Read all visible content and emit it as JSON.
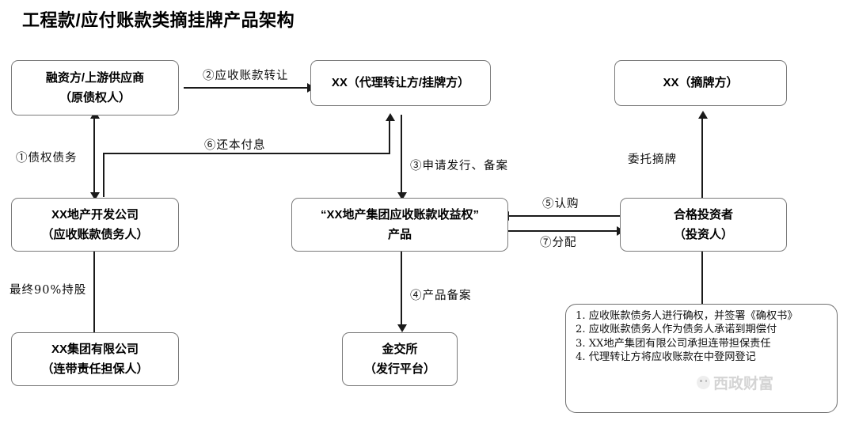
{
  "title": "工程款/应付账款类摘挂牌产品架构",
  "nodes": {
    "financier": {
      "line1": "融资方/上游供应商",
      "line2": "（原债权人）"
    },
    "agent": {
      "line1": "XX（代理转让方/挂牌方）",
      "line2": ""
    },
    "taker": {
      "line1": "XX（摘牌方）",
      "line2": ""
    },
    "developer": {
      "line1": "XX地产开发公司",
      "line2": "（应收账款债务人）"
    },
    "product": {
      "line1": "“XX地产集团应收账款收益权”",
      "line2": "产品"
    },
    "investor": {
      "line1": "合格投资者",
      "line2": "（投资人）"
    },
    "group": {
      "line1": "XX集团有限公司",
      "line2": "（连带责任担保人）"
    },
    "exchange": {
      "line1": "金交所",
      "line2": "（发行平台）"
    }
  },
  "edge_labels": {
    "e1": "①债权债务",
    "e2": "②应收账款转让",
    "e3": "③申请发行、备案",
    "e4": "④产品备案",
    "e5": "⑤认购",
    "e6": "⑥还本付息",
    "e7": "⑦分配",
    "entrust": "委托摘牌",
    "holding": "最终90%持股"
  },
  "notes": {
    "items": [
      "1. 应收账款债务人进行确权，并签署《确权书》",
      "2. 应收账款债务人作为债务人承诺到期偿付",
      "3. XX地产集团有限公司承担连带担保责任",
      "4. 代理转让方将应收账款在中登网登记"
    ]
  },
  "watermark": {
    "text": "西政财富"
  },
  "colors": {
    "node_border": "#7a7a7a",
    "edge": "#1a1a1a",
    "text": "#000000",
    "background": "#ffffff"
  }
}
